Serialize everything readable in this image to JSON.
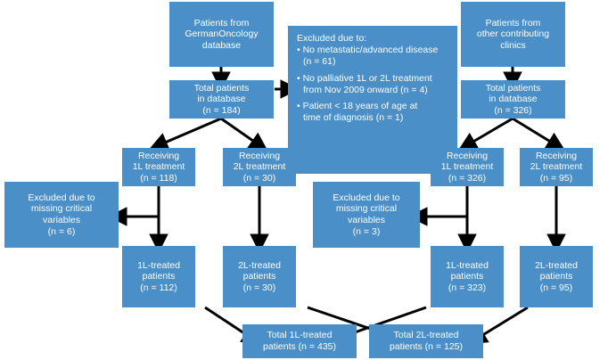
{
  "diagram": {
    "title": "Patient disposition flow diagram",
    "box_color": "#4a8fc8",
    "text_color": "#ffffff",
    "arrow_color": "#000000",
    "background": "#ffffff"
  },
  "nodes": {
    "source_german": {
      "l1": "Patients from",
      "l2": "GermanOncology",
      "l3": "database"
    },
    "total_german": {
      "l1": "Total patients",
      "l2": "in database",
      "l3": "(n = 184)"
    },
    "excluded_main": {
      "l1": "Excluded due to:",
      "l2": "• No metastatic/advanced disease",
      "l3": "(n = 61)",
      "l4": "• No palliative 1L or 2L treatment",
      "l5": "from Nov 2009 onward (n = 4)",
      "l6": "• Patient < 18 years of age at",
      "l7": "time of diagnosis (n = 1)"
    },
    "source_other": {
      "l1": "Patients from",
      "l2": "other contributing",
      "l3": "clinics"
    },
    "total_other": {
      "l1": "Total patients",
      "l2": "in database",
      "l3": "(n = 326)"
    },
    "recv_1l_left": {
      "l1": "Receiving",
      "l2": "1L treatment",
      "l3": "(n = 118)"
    },
    "recv_2l_left": {
      "l1": "Receiving",
      "l2": "2L treatment",
      "l3": "(n = 30)"
    },
    "recv_1l_right": {
      "l1": "Receiving",
      "l2": "1L treatment",
      "l3": "(n = 326)"
    },
    "recv_2l_right": {
      "l1": "Receiving",
      "l2": "2L treatment",
      "l3": "(n = 95)"
    },
    "excluded_left": {
      "l1": "Excluded due to",
      "l2": "missing critical",
      "l3": "variables",
      "l4": "(n = 6)"
    },
    "excluded_right": {
      "l1": "Excluded due to",
      "l2": "missing critical",
      "l3": "variables",
      "l4": "(n = 3)"
    },
    "treated_1l_left": {
      "l1": "1L-treated",
      "l2": "patients",
      "l3": "(n = 112)"
    },
    "treated_2l_left": {
      "l1": "2L-treated",
      "l2": "patients",
      "l3": "(n = 30)"
    },
    "treated_1l_right": {
      "l1": "1L-treated",
      "l2": "patients",
      "l3": "(n = 323)"
    },
    "treated_2l_right": {
      "l1": "2L-treated",
      "l2": "patients",
      "l3": "(n = 95)"
    },
    "total_1l": {
      "l1": "Total 1L-treated",
      "l2": "patients (n = 435)"
    },
    "total_2l": {
      "l1": "Total 2L-treated",
      "l2": "patients (n = 125)"
    }
  }
}
